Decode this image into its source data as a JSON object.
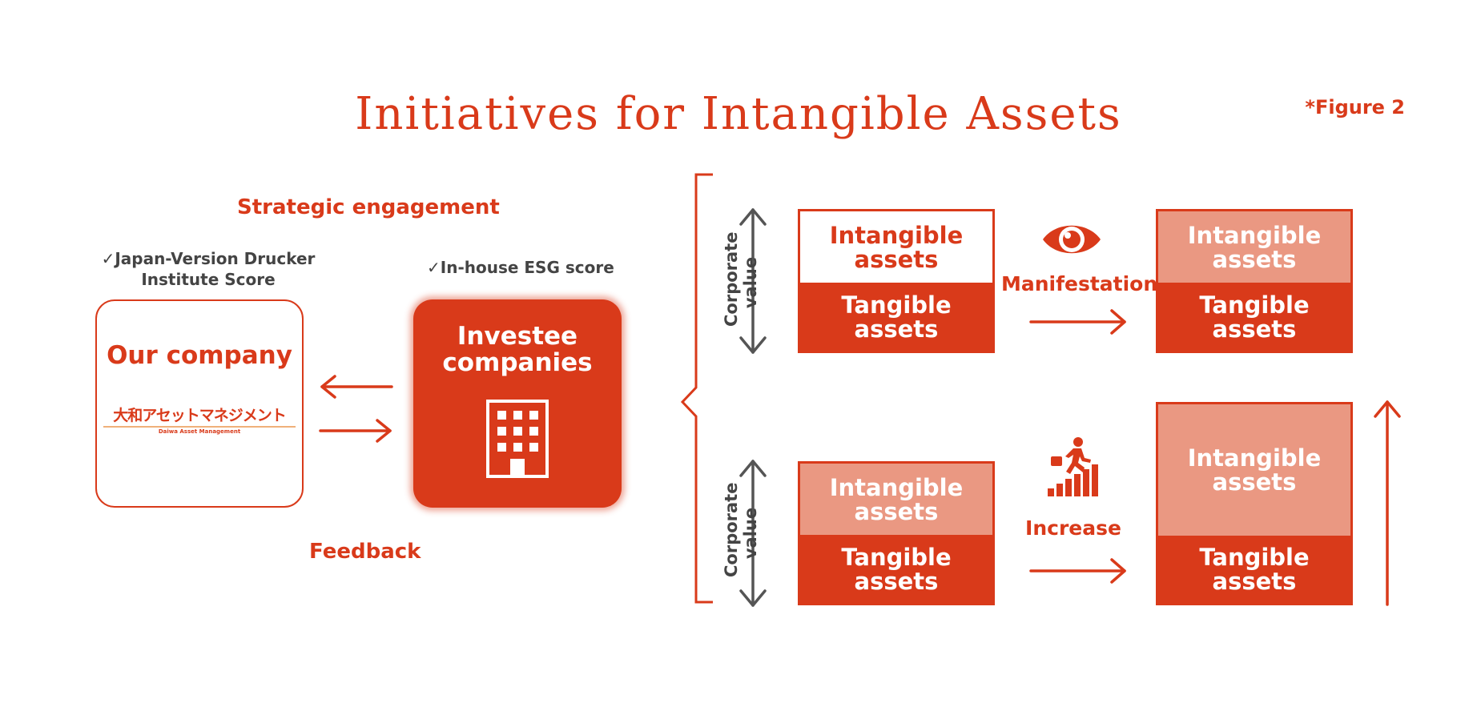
{
  "title": "Initiatives for Intangible Assets",
  "figure_label": "*Figure 2",
  "left": {
    "strategic_engagement": "Strategic engagement",
    "drucker_score": "✓Japan-Version Drucker Institute Score",
    "drucker_line1": "✓Japan-Version Drucker",
    "drucker_line2": "Institute Score",
    "esg_score": "✓In-house ESG score",
    "our_company": "Our company",
    "logo_main": "大和アセットマネジメント",
    "logo_sub": "Daiwa Asset Management",
    "investee_line1": "Investee",
    "investee_line2": "companies",
    "feedback": "Feedback"
  },
  "right": {
    "corporate_value_line1": "Corporate",
    "corporate_value_line2": "value",
    "intangible_line1": "Intangible",
    "intangible_line2": "assets",
    "tangible_line1": "Tangible",
    "tangible_line2": "assets",
    "manifestation": "Manifestation",
    "increase": "Increase"
  },
  "icons": {
    "eye": "eye-icon",
    "climber": "stairs-climber-icon",
    "building": "building-icon"
  },
  "colors": {
    "accent": "#d93a1a",
    "light_accent": "#ea9882",
    "text_gray": "#444444"
  }
}
